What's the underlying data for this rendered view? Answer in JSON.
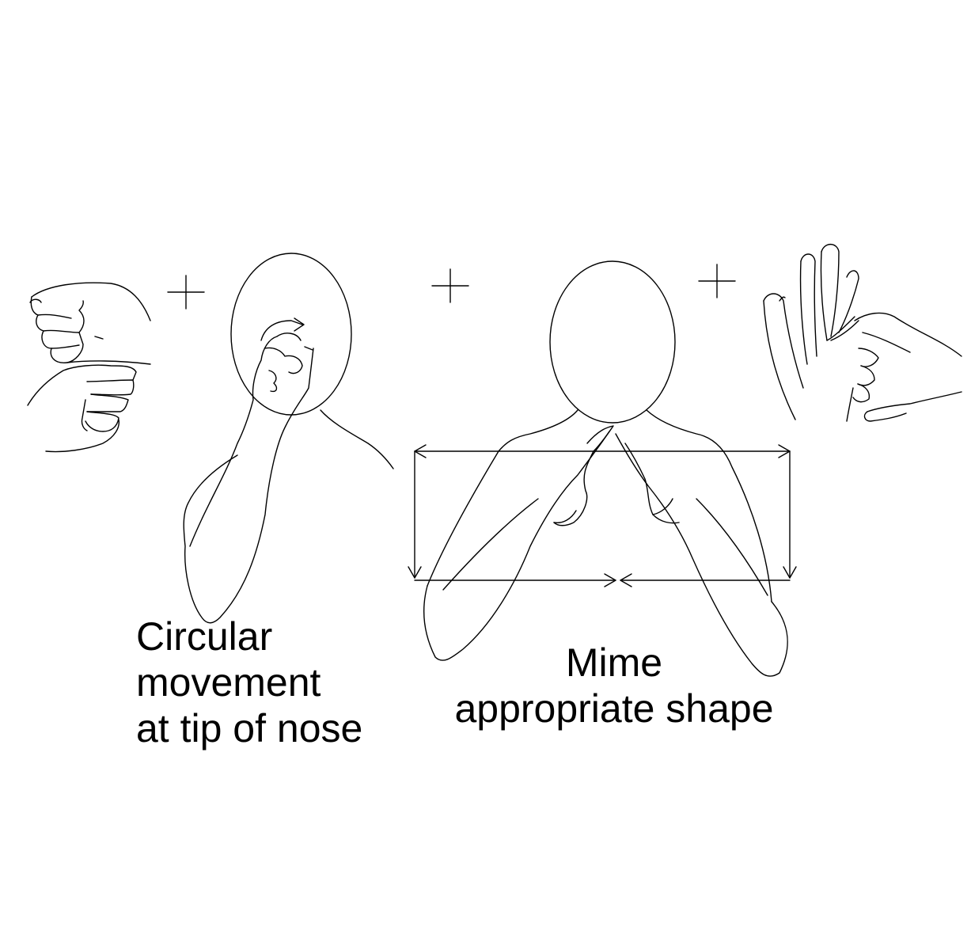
{
  "captions": {
    "nose": [
      "Circular",
      "movement",
      "at tip of nose"
    ],
    "shape": [
      "Mime",
      "appropriate shape"
    ]
  },
  "plus_sign": "+",
  "colors": {
    "line": "#000000",
    "background": "#ffffff"
  },
  "panels": [
    "fists-stacked-icon",
    "fist-at-nose-figure-icon",
    "index-fingers-figure-icon",
    "finger-on-palm-icon"
  ]
}
